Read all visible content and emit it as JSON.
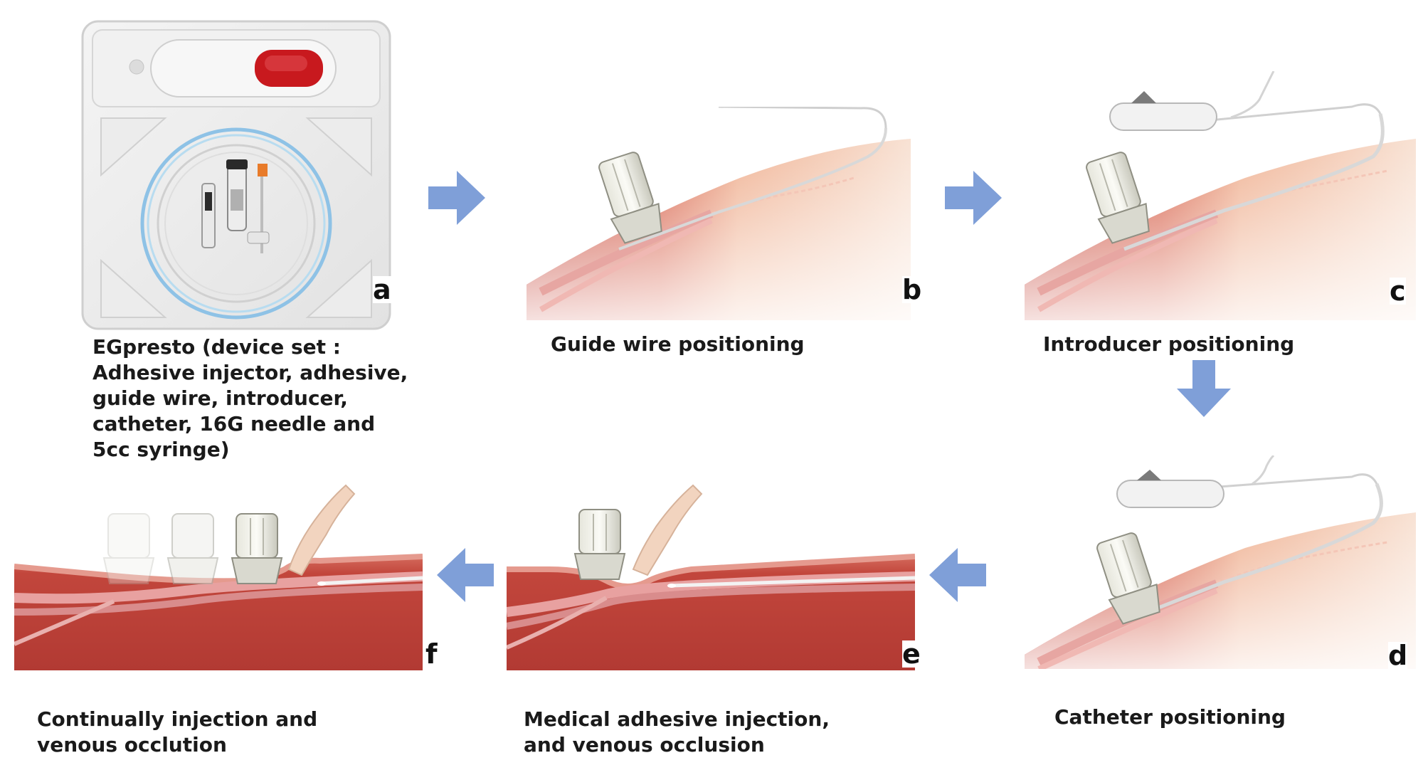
{
  "panels": {
    "a": {
      "letter": "a",
      "caption_lines": [
        "EGpresto (device set :",
        "Adhesive injector, adhesive,",
        "guide wire, introducer,",
        "catheter, 16G needle and",
        "5cc syringe)"
      ]
    },
    "b": {
      "letter": "b",
      "caption_lines": [
        "Guide wire positioning"
      ]
    },
    "c": {
      "letter": "c",
      "caption_lines": [
        "Introducer positioning"
      ]
    },
    "d": {
      "letter": "d",
      "caption_lines": [
        "Catheter positioning"
      ]
    },
    "e": {
      "letter": "e",
      "caption_lines": [
        "Medical adhesive injection,",
        "and venous occlusion"
      ]
    },
    "f": {
      "letter": "f",
      "caption_lines": [
        "Continually injection and",
        "venous occlution"
      ]
    }
  },
  "colors": {
    "arrow": "#7f9fd8",
    "skin": "#f3c6ad",
    "tissue": "#c8493f",
    "vein": "#d98c8c",
    "device_red": "#c8191e"
  }
}
